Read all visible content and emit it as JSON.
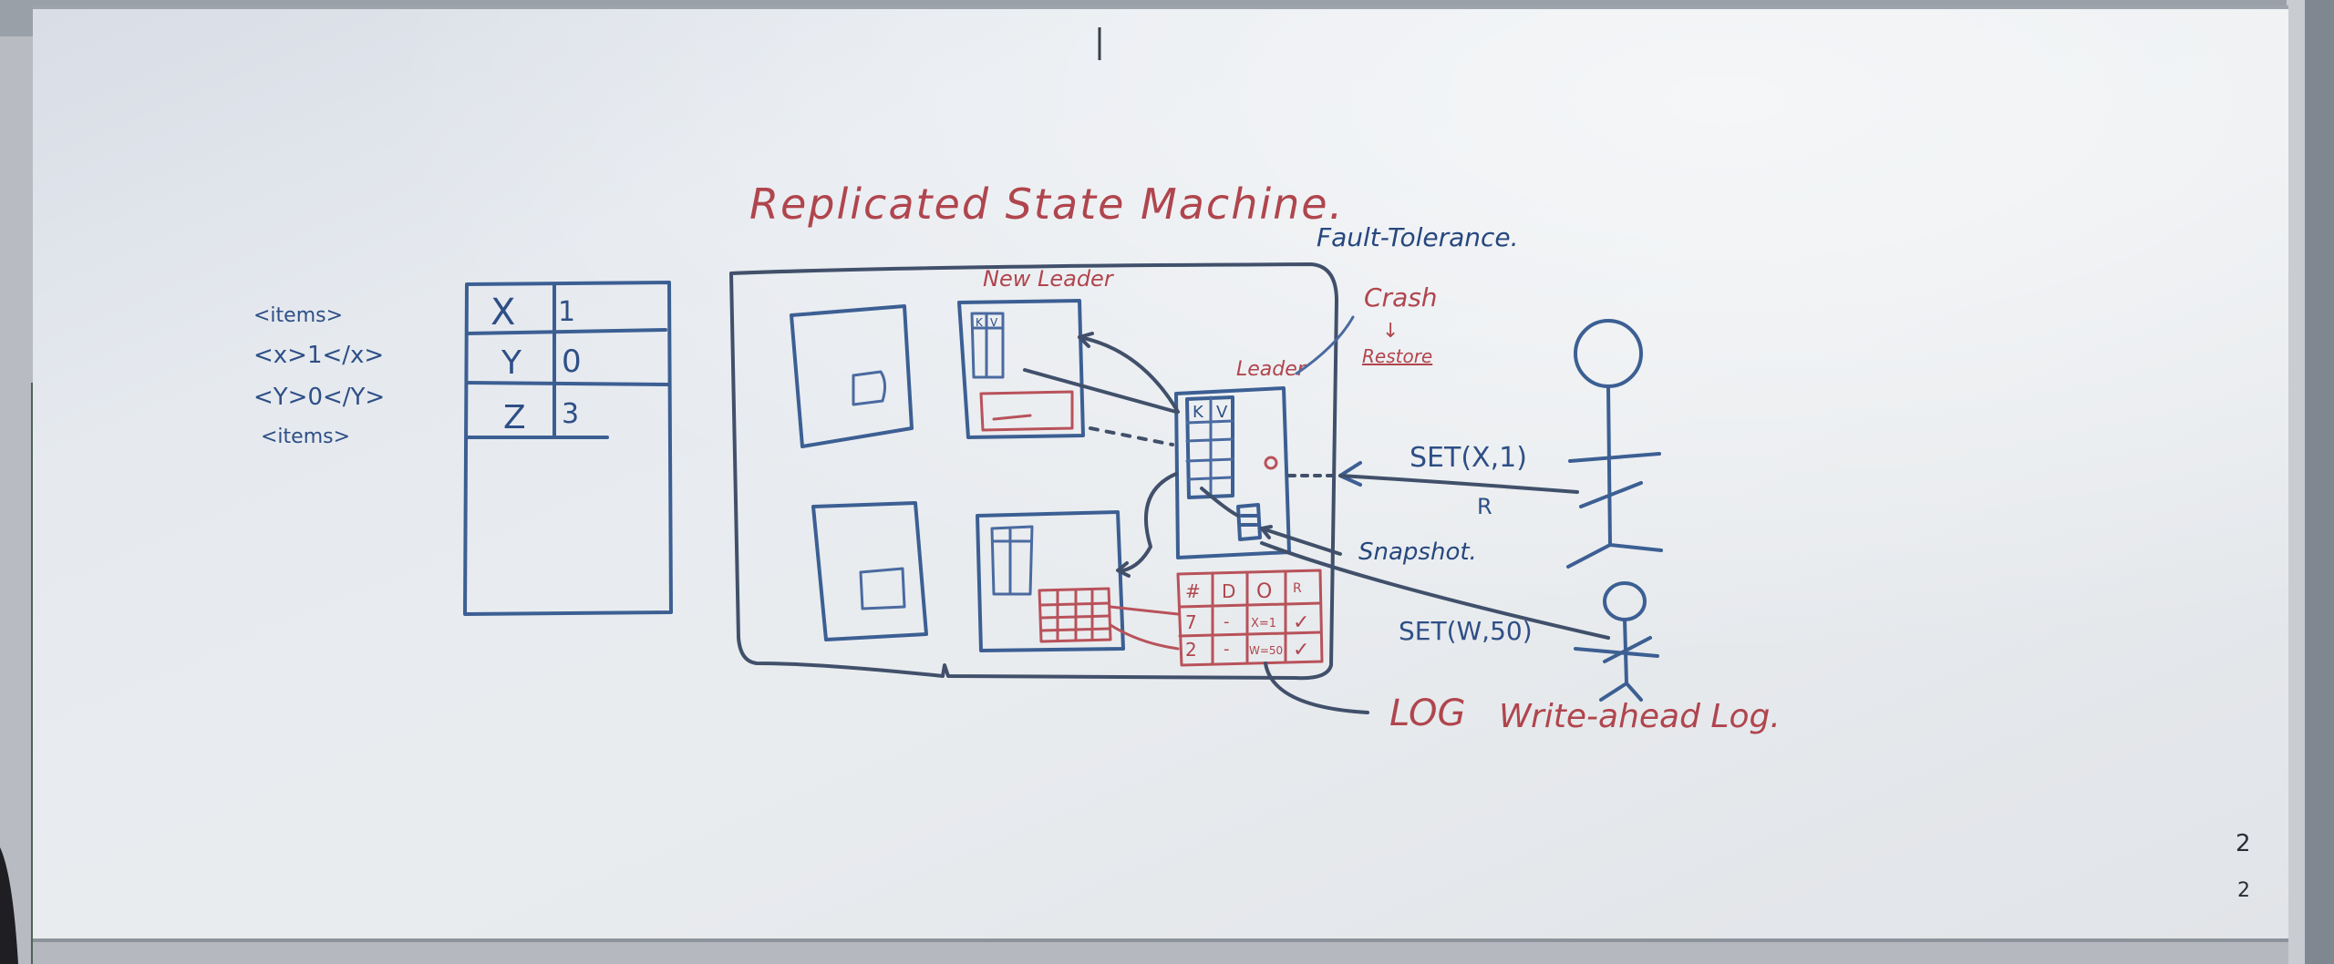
{
  "board": {
    "title": "Replicated State Machine.",
    "xml": {
      "items_open": "<items>",
      "x_line": "<x>1</x>",
      "y_line": "<Y>0</Y>",
      "items_close": "<items>"
    },
    "kv_table": [
      {
        "key": "X",
        "value": "1"
      },
      {
        "key": "Y",
        "value": "0"
      },
      {
        "key": "Z",
        "value": "3"
      }
    ],
    "new_leader": "New Leader",
    "leader": "Leader",
    "leader_kv": {
      "key_col": "K",
      "value_col": "V"
    },
    "fault_tolerance": "Fault-Tolerance.",
    "crash": "Crash",
    "crash_arrow": "↓",
    "restore": "Restore",
    "set_x": "SET(X,1)",
    "r_label": "R",
    "snapshot": "Snapshot.",
    "set_w": "SET(W,50)",
    "log_headers": [
      "#",
      "D",
      "O",
      "R"
    ],
    "log_rows": [
      {
        "n": "7",
        "d": "-",
        "o": "X=1",
        "r": "✓"
      },
      {
        "n": "2",
        "d": "-",
        "o": "W=50",
        "r": "✓"
      }
    ],
    "log_label": "LOG",
    "wal_label": "Write-ahead Log.",
    "corner_top": "2",
    "corner_bottom": "2"
  }
}
